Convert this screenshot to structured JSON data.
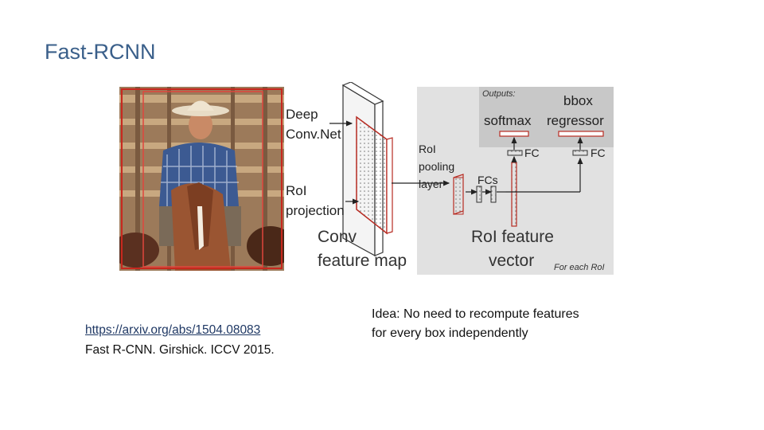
{
  "slide": {
    "title": "Fast-RCNN"
  },
  "diagram": {
    "deep_convnet_line1": "Deep",
    "deep_convnet_line2": "Conv.Net",
    "roi_projection_line1": "RoI",
    "roi_projection_line2": "projection",
    "conv_feature_map_line1": "Conv",
    "conv_feature_map_line2": "feature map",
    "roi_pooling_line1": "RoI",
    "roi_pooling_line2": "pooling",
    "roi_pooling_line3": "layer",
    "fcs_label": "FCs",
    "roi_feature_vector_line1": "RoI feature",
    "roi_feature_vector_line2": "vector",
    "outputs_label": "Outputs:",
    "softmax_label": "softmax",
    "bbox_line1": "bbox",
    "bbox_line2": "regressor",
    "fc_left": "FC",
    "fc_right": "FC",
    "for_each_roi": "For each RoI"
  },
  "reference": {
    "link_text": "https://arxiv.org/abs/1504.08083",
    "citation": "Fast R-CNN. Girshick. ICCV 2015."
  },
  "note": {
    "line1": "Idea: No need to recompute features",
    "line2": "for every box independently"
  }
}
